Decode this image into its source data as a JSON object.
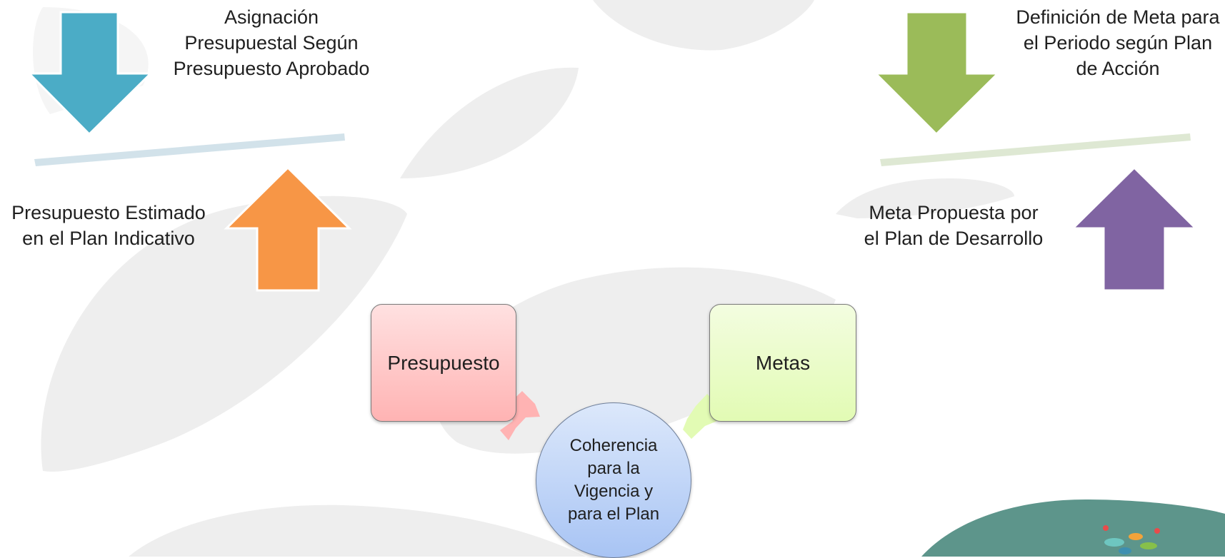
{
  "top_left_label": "Asignación Presupuestal Según Presupuesto Aprobado",
  "bottom_left_label": "Presupuesto Estimado en el Plan Indicativo",
  "top_right_label": "Definición de Meta para el Periodo según Plan de Acción",
  "bottom_right_label": "Meta Propuesta por el Plan de Desarrollo",
  "box_left_label": "Presupuesto",
  "box_right_label": "Metas",
  "center_circle_label": "Coherencia para la Vigencia y para el Plan",
  "colors": {
    "arrow_blue": "#4BACC6",
    "arrow_orange": "#F79646",
    "arrow_green": "#9BBB59",
    "arrow_purple": "#8064A2",
    "balance_left": "#D2E2EA",
    "balance_right": "#DEE8D3",
    "box_left_fill": "#FFB3B3",
    "box_right_fill": "#E2FBB4",
    "circle_fill": "#B8D0F7"
  }
}
